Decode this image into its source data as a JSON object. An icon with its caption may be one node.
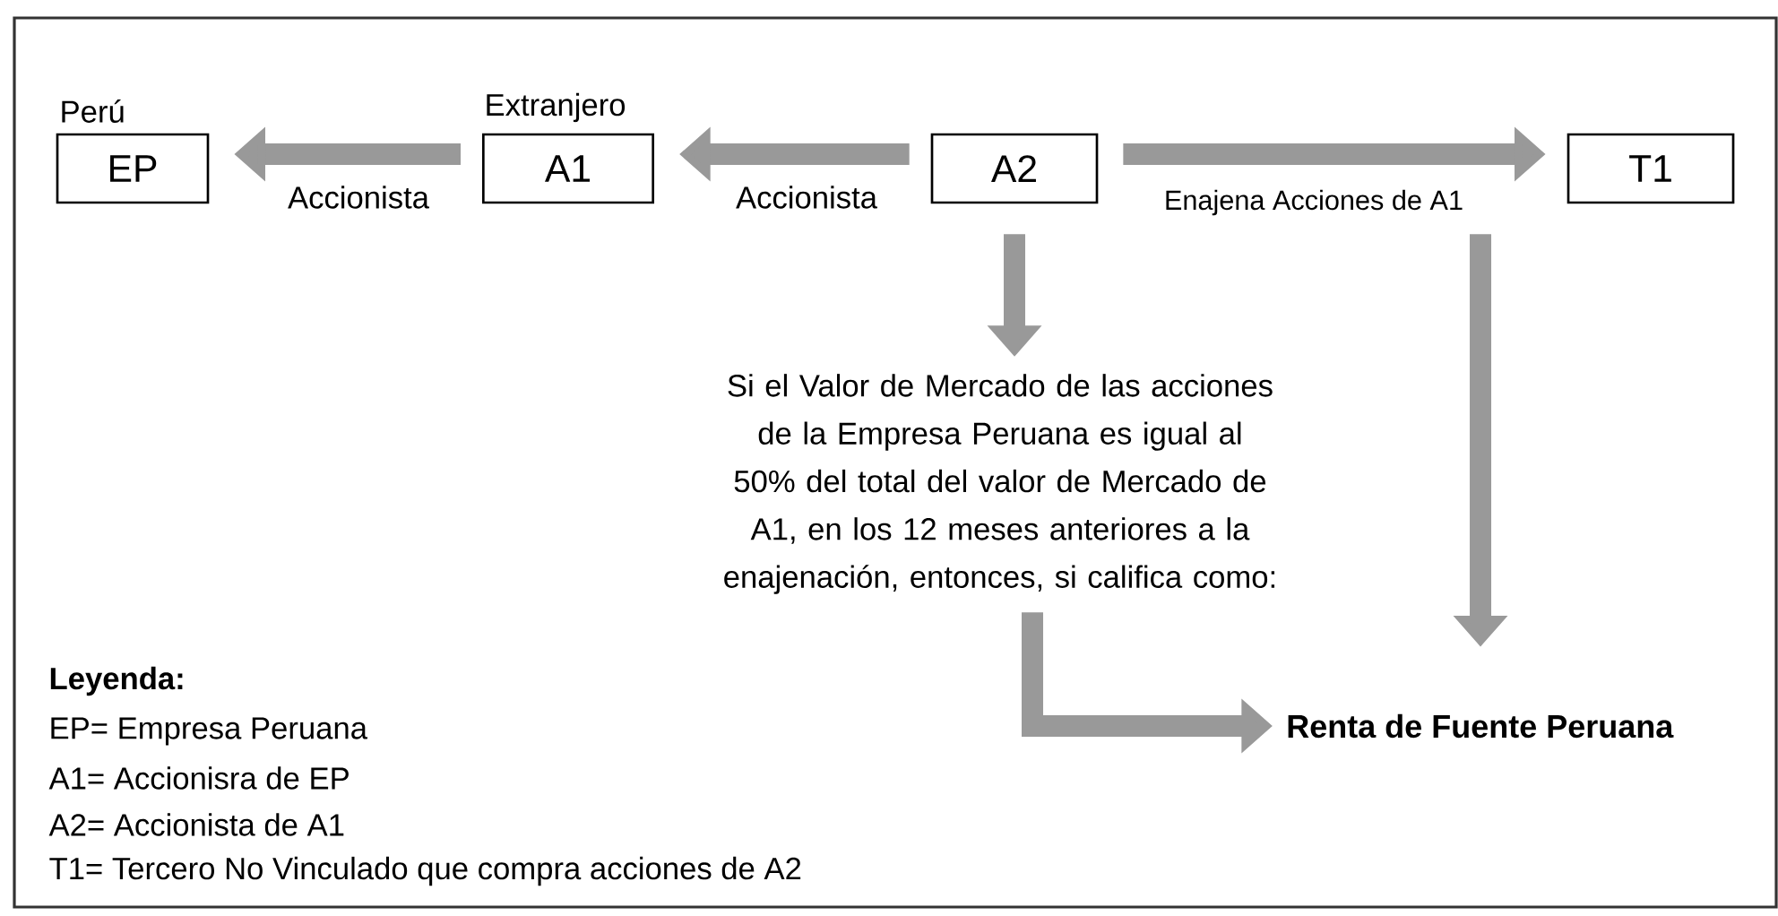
{
  "diagram": {
    "nodes": [
      {
        "text": [
          "EP"
        ],
        "beside": [
          "Perú"
        ]
      },
      {
        "text": [
          "A1"
        ],
        "beside": [
          "Extranjero"
        ]
      },
      {
        "text": [
          "A2"
        ]
      },
      {
        "text": [
          "T1"
        ]
      },
      {
        "text": [
          "Si el Valor de Mercado de las acciones de la Empresa Peruana es igual al 50% del total del valor de Mercado de A1, en los 12 meses anteriores a la enajenación, entonces, si califica como:"
        ]
      },
      {
        "text": [
          "Renta de Fuente Peruana"
        ]
      }
    ],
    "edges": [
      {
        "from": 1,
        "to": 0,
        "arrow": "to",
        "label": "Accionista"
      },
      {
        "from": 2,
        "to": 1,
        "arrow": "to",
        "label": "Accionista"
      },
      {
        "from": 2,
        "to": 3,
        "arrow": "to",
        "label": "Enajena Acciones de A1"
      },
      {
        "from": 2,
        "to": 4,
        "arrow": "to"
      },
      {
        "from": 4,
        "to": 5,
        "arrow": "to"
      },
      {
        "from": 3,
        "to": 5,
        "arrow": "to"
      }
    ],
    "labels": [
      "Leyenda:",
      "EP= Empresa Peruana",
      "A1= Accionisra de EP",
      "A2= Accionista de A1",
      "T1= Tercero No Vinculado que compra acciones de A2"
    ]
  }
}
